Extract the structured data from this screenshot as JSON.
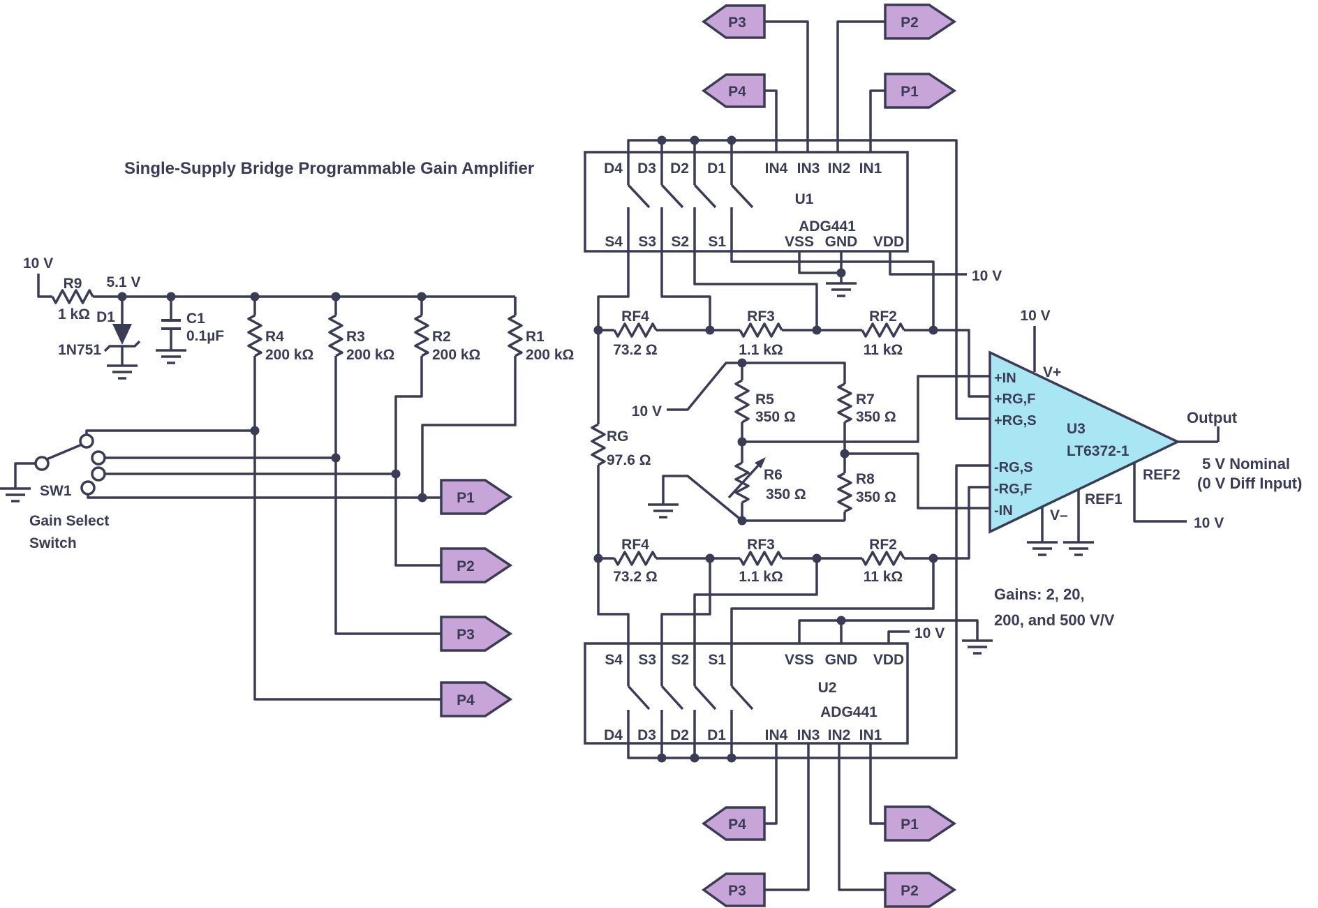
{
  "colors": {
    "ink": "#3a3b55",
    "purple": "#c7a5d8",
    "cyan": "#a9e6f3",
    "background": "#ffffff"
  },
  "labels": {
    "title": "Single-Supply Bridge Programmable Gain Amplifier",
    "left": {
      "v10": "10 V",
      "r9": "R9",
      "r9v": "1 kΩ",
      "v51": "5.1 V",
      "d1": "D1",
      "d1p": "1N751",
      "c1": "C1",
      "c1v": "0.1µF",
      "r4": "R4",
      "r4v": "200 kΩ",
      "r3": "R3",
      "r3v": "200 kΩ",
      "r2": "R2",
      "r2v": "200 kΩ",
      "r1": "R1",
      "r1v": "200 kΩ",
      "sw1": "SW1",
      "gsel": "Gain Select",
      "gsw": "Switch"
    },
    "conn": {
      "p1": "P1",
      "p2": "P2",
      "p3": "P3",
      "p4": "P4"
    },
    "u1": {
      "ref": "U1",
      "part": "ADG441",
      "d4": "D4",
      "d3": "D3",
      "d2": "D2",
      "d1": "D1",
      "in4": "IN4",
      "in3": "IN3",
      "in2": "IN2",
      "in1": "IN1",
      "s4": "S4",
      "s3": "S3",
      "s2": "S2",
      "s1": "S1",
      "vss": "VSS",
      "gnd": "GND",
      "vdd": "VDD",
      "v10": "10 V"
    },
    "u2": {
      "ref": "U2",
      "part": "ADG441",
      "d4": "D4",
      "d3": "D3",
      "d2": "D2",
      "d1": "D1",
      "in4": "IN4",
      "in3": "IN3",
      "in2": "IN2",
      "in1": "IN1",
      "s4": "S4",
      "s3": "S3",
      "s2": "S2",
      "s1": "S1",
      "vss": "VSS",
      "gnd": "GND",
      "vdd": "VDD",
      "v10": "10 V"
    },
    "ladder": {
      "rf4": "RF4",
      "rf4v": "73.2 Ω",
      "rf3": "RF3",
      "rf3v": "1.1 kΩ",
      "rf2": "RF2",
      "rf2v": "11 kΩ"
    },
    "bridge": {
      "v10": "10 V",
      "rg": "RG",
      "rgv": "97.6 Ω",
      "r5": "R5",
      "r5v": "350 Ω",
      "r6": "R6",
      "r6v": "350 Ω",
      "r7": "R7",
      "r7v": "350 Ω",
      "r8": "R8",
      "r8v": "350 Ω"
    },
    "u3": {
      "ref": "U3",
      "part": "LT6372-1",
      "inp": "+IN",
      "rgfp": "+RG,F",
      "rgsp": "+RG,S",
      "rgsn": "-RG,S",
      "rgfn": "-RG,F",
      "inn": "-IN",
      "vp": "V+",
      "vm": "V–",
      "ref1": "REF1",
      "ref2": "REF2",
      "v10": "10 V",
      "v10ref2": "10 V",
      "out": "Output",
      "nom": "5 V Nominal",
      "diff": "(0 V Diff Input)"
    },
    "gains": {
      "l1": "Gains: 2, 20,",
      "l2": "200, and 500 V/V"
    }
  }
}
